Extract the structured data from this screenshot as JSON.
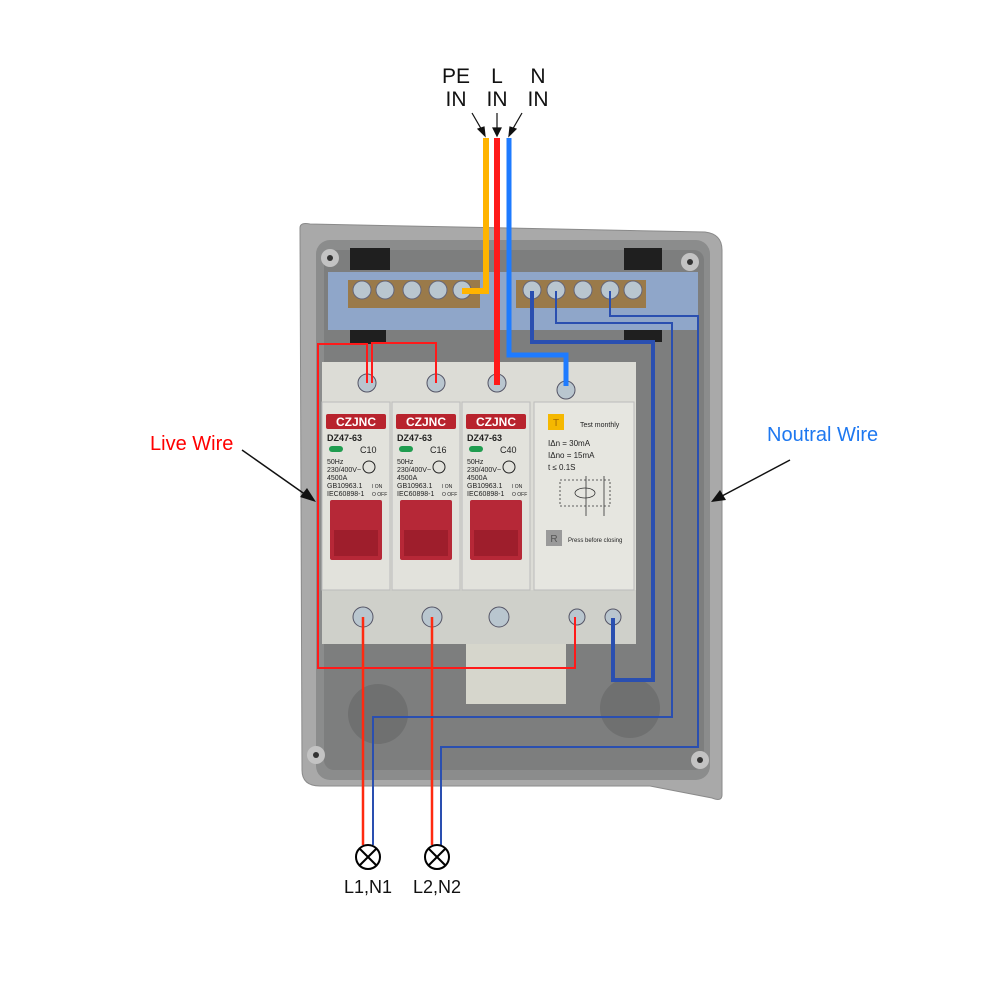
{
  "inputs": {
    "pe": {
      "line1": "PE",
      "line2": "IN"
    },
    "l": {
      "line1": "L",
      "line2": "IN"
    },
    "n": {
      "line1": "N",
      "line2": "IN"
    }
  },
  "callouts": {
    "live": "Live Wire",
    "neutral": "Noutral Wire"
  },
  "breakers": [
    {
      "brand": "CZJNC",
      "model": "DZ47-63",
      "rating": "C10",
      "freq": "50Hz",
      "voltage": "230/400V~",
      "capacity": "4500A",
      "std1": "GB10963.1",
      "std2": "IEC60898-1",
      "on": "I ON",
      "off": "O OFF"
    },
    {
      "brand": "CZJNC",
      "model": "DZ47-63",
      "rating": "C16",
      "freq": "50Hz",
      "voltage": "230/400V~",
      "capacity": "4500A",
      "std1": "GB10963.1",
      "std2": "IEC60898-1",
      "on": "I ON",
      "off": "O OFF"
    },
    {
      "brand": "CZJNC",
      "model": "DZ47-63",
      "rating": "C40",
      "freq": "50Hz",
      "voltage": "230/400V~",
      "capacity": "4500A",
      "std1": "GB10963.1",
      "std2": "IEC60898-1",
      "on": "I ON",
      "off": "O OFF"
    }
  ],
  "rcd": {
    "test_button": "T",
    "test_label": "Test monthly",
    "idn": "IΔn = 30mA",
    "idno": "IΔno = 15mA",
    "time": "t ≤ 0.1S",
    "reset_button": "R",
    "reset_label": "Press before closing"
  },
  "outputs": [
    {
      "label": "L1,N1"
    },
    {
      "label": "L2,N2"
    }
  ],
  "colors": {
    "live": "#ff1a1a",
    "neutral_in": "#1e7bff",
    "neutral_out": "#2a4fb0",
    "earth": "#ffb400",
    "live_label": "#ff0000",
    "neutral_label": "#1e78f0"
  }
}
